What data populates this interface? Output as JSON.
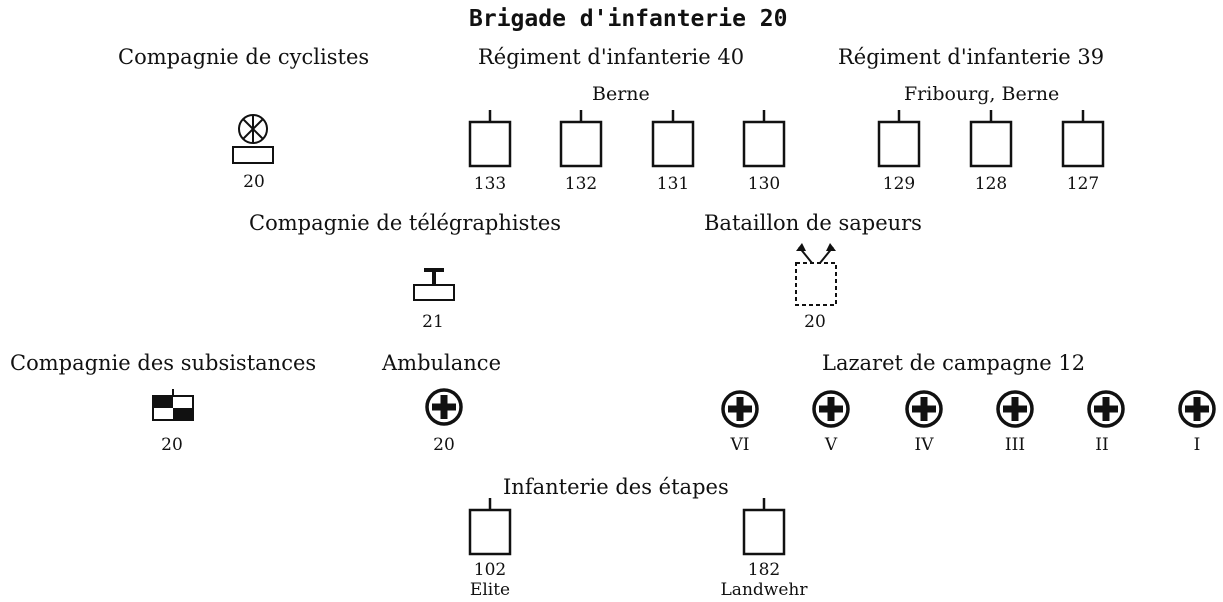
{
  "title": "Brigade d'infanterie 20",
  "cyclists": {
    "label": "Compagnie de cyclistes",
    "number": "20",
    "icon": "bicycle-wheel-icon"
  },
  "regiment40": {
    "label": "Régiment d'infanterie 40",
    "place": "Berne",
    "battalions": [
      "133",
      "132",
      "131",
      "130"
    ]
  },
  "regiment39": {
    "label": "Régiment d'infanterie 39",
    "place": "Fribourg, Berne",
    "battalions": [
      "129",
      "128",
      "127"
    ]
  },
  "telegraph": {
    "label": "Compagnie de télégraphistes",
    "number": "21",
    "icon": "telegraph-icon"
  },
  "sappers": {
    "label": "Bataillon de sapeurs",
    "number": "20",
    "icon": "crossed-flags-icon"
  },
  "subsistence": {
    "label": "Compagnie des subsistances",
    "number": "20",
    "icon": "checkered-flag-icon"
  },
  "ambulance": {
    "label": "Ambulance",
    "number": "20",
    "icon": "circled-cross-icon"
  },
  "lazaret": {
    "label": "Lazaret de campagne 12",
    "units": [
      "VI",
      "V",
      "IV",
      "III",
      "II",
      "I"
    ],
    "icon": "circled-cross-icon"
  },
  "stages": {
    "label": "Infanterie des étapes",
    "units": [
      {
        "number": "102",
        "class": "Elite"
      },
      {
        "number": "182",
        "class": "Landwehr"
      }
    ]
  }
}
